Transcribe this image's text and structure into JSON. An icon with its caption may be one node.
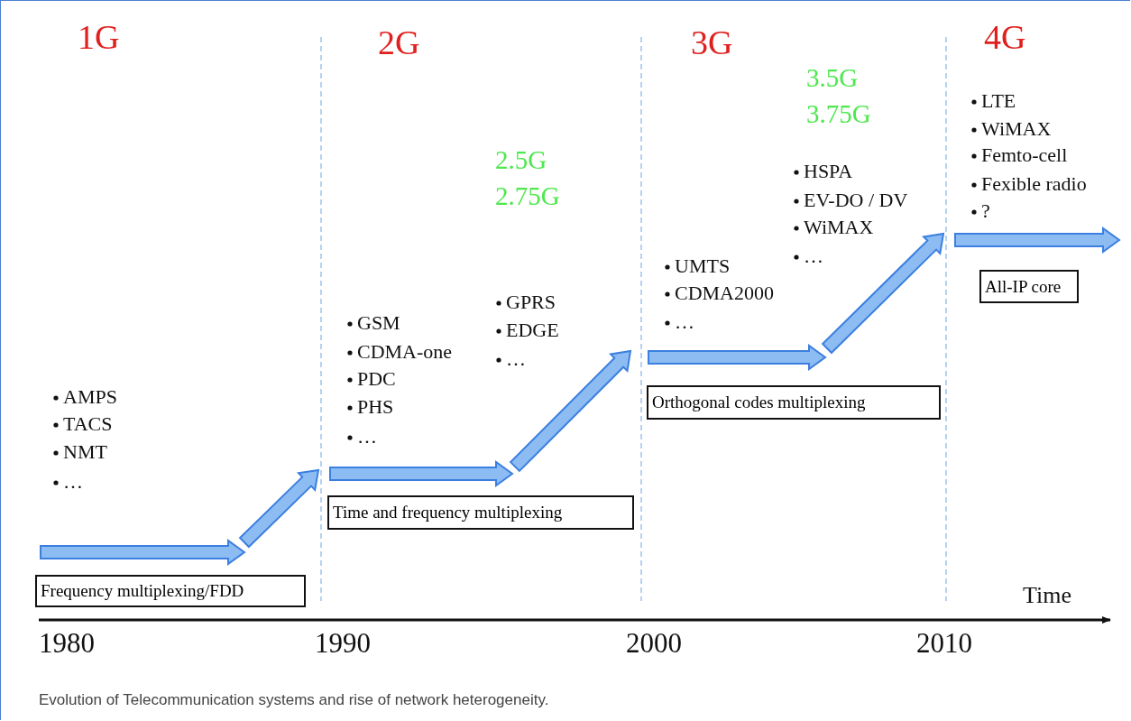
{
  "diagram": {
    "caption": "Evolution of Telecommunication systems and rise of network heterogeneity.",
    "nodes": [
      {
        "text": [
          "All-IP core"
        ]
      },
      {
        "text": [
          "Orthogonal codes multiplexing"
        ]
      },
      {
        "text": [
          "Time and frequency multiplexing"
        ]
      },
      {
        "text": [
          "Frequency multiplexing/FDD"
        ]
      }
    ],
    "labels": [
      "1G",
      "2G",
      "3G",
      "4G",
      "3.5G",
      "3.75G",
      "LTE",
      "WiMAX",
      "Femto-cell",
      "Fexible radio",
      "?",
      "2.5G",
      "2.75G",
      "HSPA",
      "EV-DO / DV",
      "WiMAX",
      "…",
      "UMTS",
      "CDMA2000",
      "…",
      "GPRS",
      "EDGE",
      "…",
      "GSM",
      "CDMA-one",
      "PDC",
      "PHS",
      "…",
      "AMPS",
      "TACS",
      "NMT",
      "…",
      "Time",
      "1980",
      "1990",
      "2000",
      "2010"
    ]
  }
}
